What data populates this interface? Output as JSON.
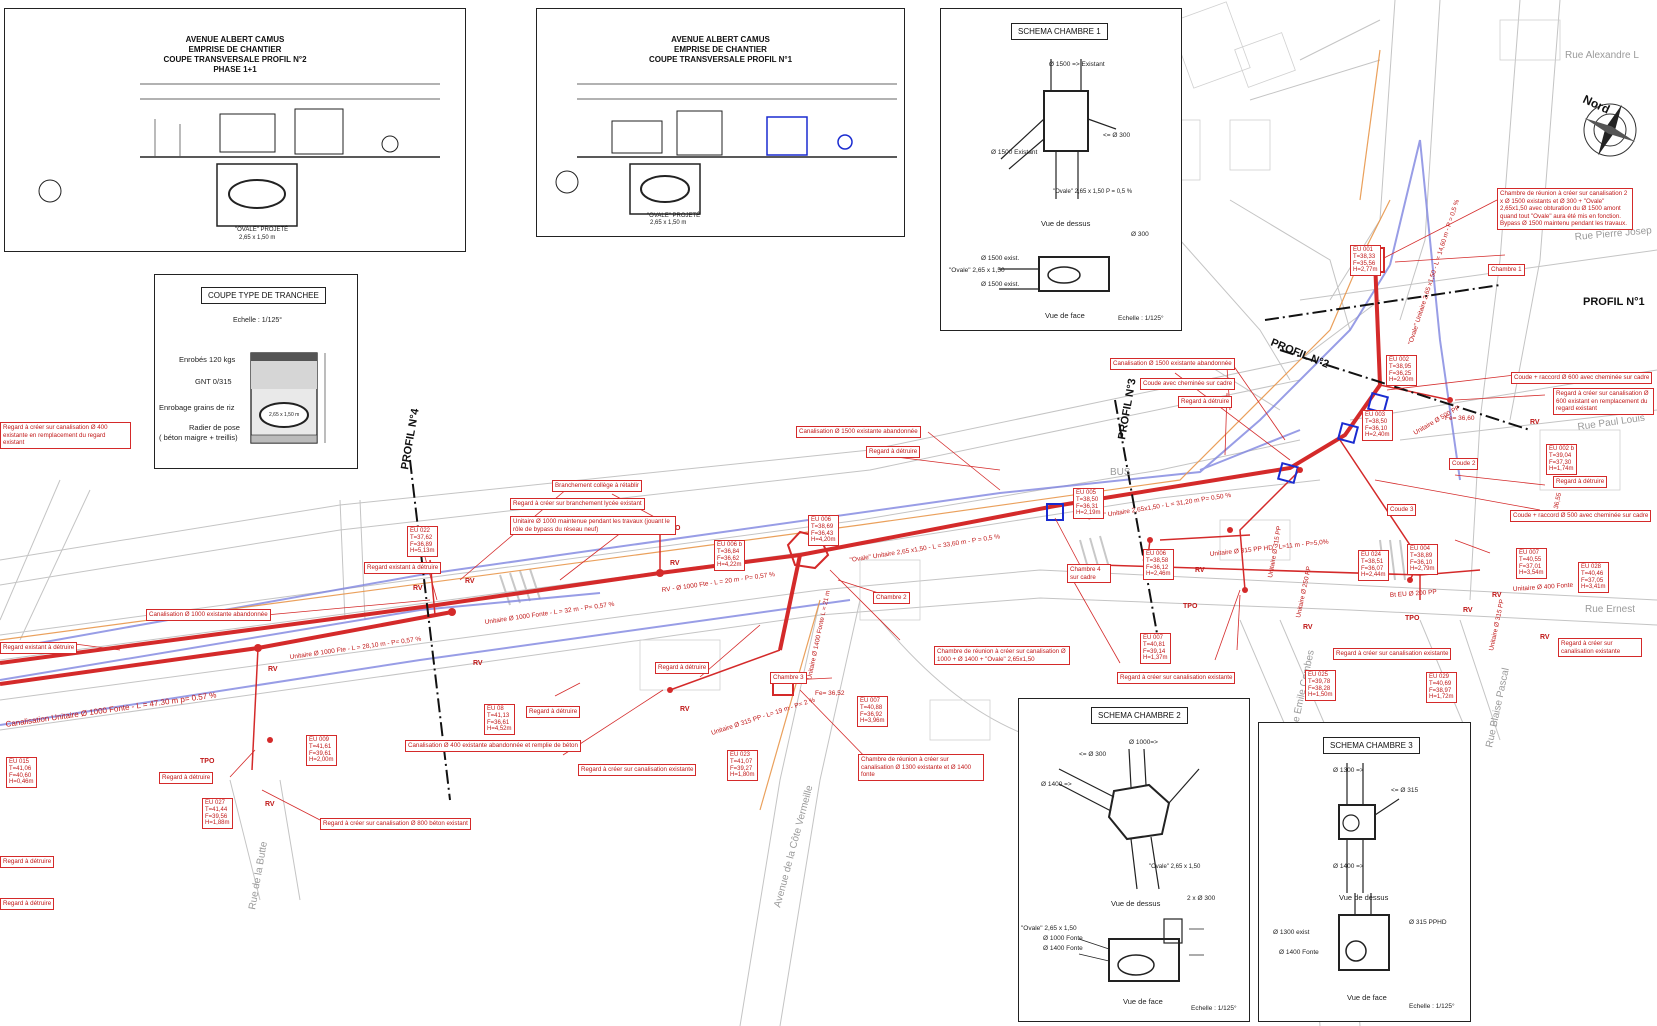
{
  "panels": {
    "profil2": {
      "lines": [
        "AVENUE ALBERT CAMUS",
        "EMPRISE DE CHANTIER",
        "COUPE TRANSVERSALE PROFIL N°2",
        "PHASE 1+1"
      ],
      "notes": [
        "\"OVALE\" PROJETÉ",
        "2,65 x 1,50 m"
      ]
    },
    "profil1": {
      "lines": [
        "AVENUE ALBERT CAMUS",
        "EMPRISE DE CHANTIER",
        "COUPE TRANSVERSALE PROFIL N°1"
      ],
      "notes": [
        "\"OVALE\" PROJETÉ",
        "2,65 x 1,50 m"
      ]
    },
    "tranchee": {
      "title": "COUPE TYPE DE TRANCHEE",
      "echelle": "Echelle : 1/125°",
      "layers": [
        "Enrobés 120 kgs",
        "GNT 0/315",
        "Enrobage grains de riz",
        "Radier de pose",
        "( béton maigre + treillis)"
      ],
      "ovale": "2,65 x 1,50 m"
    },
    "chambre1": {
      "title": "SCHEMA CHAMBRE 1",
      "dessus": "Vue de dessus",
      "face": "Vue de face",
      "echelle": "Echelle : 1/125°",
      "labels": [
        "Ø 1500 => Existant",
        "Ø 1500 Existant",
        "<= Ø 300",
        "\"Ovale\" 2,65 x 1,50 P = 0,5 %",
        "Ø 1500 exist.",
        "\"Ovale\" 2,65 x 1,50",
        "Ø 1500 exist.",
        "Ø 300"
      ]
    },
    "chambre2": {
      "title": "SCHEMA CHAMBRE 2",
      "dessus": "Vue de dessus",
      "face": "Vue de face",
      "echelle": "Echelle : 1/125°",
      "labels": [
        "Ø 1400 =>",
        "<= Ø 300",
        "Ø 1000=>",
        "\"Ovale\" 2,65 x 1,50",
        "2 x Ø 300",
        "\"Ovale\" 2,65 x 1,50",
        "Ø 1000 Fonte",
        "Ø 1400 Fonte"
      ]
    },
    "chambre3": {
      "title": "SCHEMA CHAMBRE 3",
      "dessus": "Vue de dessus",
      "face": "Vue de face",
      "echelle": "Echelle : 1/125°",
      "labels": [
        "Ø 1300 =>",
        "<= Ø 315",
        "Ø 1400 =>",
        "Ø 1300 exist",
        "Ø 315 PPHD",
        "Ø 1400 Fonte"
      ]
    }
  },
  "profils": [
    "PROFIL N°1",
    "PROFIL N°2",
    "PROFIL N°3",
    "PROFIL N°4"
  ],
  "north": "Nord",
  "streets": [
    "Rue Alexandre L",
    "Rue Pierre Josep",
    "Rue Paul Louis",
    "Rue Ernest",
    "Rue Emile Combes",
    "Rue Blaise Pascal",
    "Rue de la Butte",
    "Avenue de la Côte Vermeille",
    "BUS"
  ],
  "annotations": [
    "Chambre de réunion à créer sur canalisation 2 x Ø 1500 existants et Ø 300 + \"Ovale\" 2,65x1,50 avec obturation du Ø 1500 amont quand tout \"Ovale\" aura été mis en fonction. Bypass Ø 1500 maintenu pendant les travaux.",
    "Chambre 1",
    "Coude + raccord Ø 600 avec cheminée sur cadre",
    "Regard à créer sur canalisation Ø 600 existant en remplacement du regard existant",
    "Regard à détruire",
    "Coude 2",
    "Coude 3",
    "Coude + raccord Ø 500 avec cheminée sur cadre",
    "Canalisation Ø 1500 existante abandonnée",
    "Coude avec cheminée sur cadre",
    "Regard à détruire",
    "Canalisation Ø 1500 existante abandonnée",
    "Regard à détruire",
    "Branchement collège à rétablir",
    "Regard à créer sur branchement lycée existant",
    "Unitaire Ø 1000 maintenue pendant les travaux (jouant le rôle de bypass du réseau neuf)",
    "Regard existant à détruire",
    "Canalisation Ø 1000 existante abandonnée",
    "Regard existant à détruire",
    "Chambre 4 sur cadre",
    "Chambre 2",
    "Chambre de réunion à créer sur canalisation Ø 1000 + Ø 1400 + \"Ovale\" 2,65x1,50",
    "Regard à créer sur canalisation existante",
    "Regard à créer sur canalisation existante",
    "Regard à créer sur canalisation existante",
    "Regard à détruire",
    "Chambre 3",
    "Regard à détruire",
    "Canalisation Ø 400 existante abandonnée et remplie de béton",
    "Regard à créer sur canalisation existante",
    "Chambre de réunion à créer sur canalisation Ø 1300 existante et Ø 1400 fonte",
    "Regard à détruire",
    "Regard à créer sur canalisation Ø 800 béton existant",
    "Regard à créer sur canalisation Ø 400 existante en remplacement du regard existant",
    "Regard à détruire",
    "Regard à détruire",
    "Canalisation Unitaire Ø 1000 Fonte - L = 47.30 m p= 0.57 %"
  ],
  "cotes": [
    "EU 001\nT=38,33\nF=35,56\nH=2,77m",
    "EU 002\nT=38,95\nF=36,25\nH=2,90m",
    "EU 003\nT=38,50\nF=36,10\nH=2,40m",
    "EU 002 b\nT=39,04\nF=37,30\nH=1,74m",
    "EU 005\nT=38,50\nF=36,31\nH=2,19m",
    "EU 006\nT=38,58\nF=36,12\nH=2,46m",
    "EU 024\nT=38,51\nF=36,07\nH=2,44m",
    "EU 004\nT=38,89\nF=36,10\nH=2,79m",
    "EU 007\nT=40,55\nF=37,01\nH=3,54m",
    "EU 028\nT=40,46\nF=37,05\nH=3,41m",
    "EU 006\nT=38,69\nF=36,43\nH=4,20m",
    "EU 006 b\nT=36,84\nF=36,62\nH=4,22m",
    "EU 022\nT=37,62\nF=36,89\nH=5,13m",
    "EU 007\nT=40,81\nF=39,14\nH=1,37m",
    "EU 025\nT=39,78\nF=38,28\nH=1,50m",
    "EU 029\nT=40,69\nF=38,97\nH=1,72m",
    "EU 08\nT=41,13\nF=36,61\nH=4,52m",
    "EU 007\nT=40,88\nF=36,92\nH=3,96m",
    "EU 023\nT=41,07\nF=39,27\nH=1,80m",
    "EU 009\nT=41,61\nF=39,61\nH=2,00m",
    "EU 015\nT=41,06\nF=40,60\nH=0,46m",
    "EU 027\nT=41,44\nF=39,56\nH=1,88m"
  ],
  "pipes": [
    "\"Ovale\" Unitaire 2,65 x1,50 - L = 14,60 m - P = 0,5 %",
    "\"Ovale\" Unitaire 2,65x1,50 - L = 31,20 m P= 0,50 %",
    "\"Ovale\" Unitaire 2,65 x1,50 - L = 33,60 m - P = 0,5 %",
    "RV - Ø 1000 Fte - L = 20 m - P= 0,57 %",
    "Unitaire Ø 1000 Fonte - L = 32 m - P= 0,57 %",
    "Unitaire Ø 1000 Fte - L = 28,10 m - P= 0,57 %",
    "Unitaire Ø 1400 Fonte L = 21 m",
    "Unitaire Ø 315 PP - L= 19 m - P= 2 %",
    "Unitaire Ø 315 PP HD - L=11 m - P=5,0%",
    "Bt EU Ø 200 PP",
    "Unitaire Ø 400 Fonte",
    "Unitaire Ø 315 PP",
    "Unitaire Ø 250 PP",
    "Unitaire Ø 315 PP",
    "Unitaire Ø 500 PP",
    "Fe= 36,55",
    "Fe= 36,60",
    "Fe= 36,52"
  ],
  "markers": {
    "rv": "RV",
    "tpo": "TPO"
  },
  "colors": {
    "red": "#d42a2a",
    "blue": "#7f85e0",
    "orange": "#e8964a",
    "grey": "#bdbdbd",
    "black": "#111111"
  }
}
